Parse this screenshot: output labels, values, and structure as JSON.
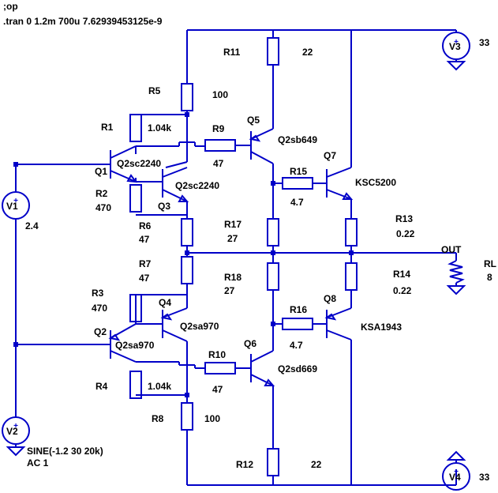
{
  "directives": {
    "op": ";op",
    "tran": ".tran 0 1.2m 700u 7.62939453125e-9"
  },
  "colors": {
    "wire": "#0000c8",
    "text": "#000000",
    "background": "#ffffff"
  },
  "resistors": {
    "R1": {
      "name": "R1",
      "value": "1.04k"
    },
    "R2": {
      "name": "R2",
      "value": "470"
    },
    "R3": {
      "name": "R3",
      "value": "470"
    },
    "R4": {
      "name": "R4",
      "value": "1.04k"
    },
    "R5": {
      "name": "R5",
      "value": "100"
    },
    "R6": {
      "name": "R6",
      "value": "47"
    },
    "R7": {
      "name": "R7",
      "value": "47"
    },
    "R8": {
      "name": "R8",
      "value": "100"
    },
    "R9": {
      "name": "R9",
      "value": "47"
    },
    "R10": {
      "name": "R10",
      "value": "47"
    },
    "R11": {
      "name": "R11",
      "value": "22"
    },
    "R12": {
      "name": "R12",
      "value": "22"
    },
    "R13": {
      "name": "R13",
      "value": "0.22"
    },
    "R14": {
      "name": "R14",
      "value": "0.22"
    },
    "R15": {
      "name": "R15",
      "value": "4.7"
    },
    "R16": {
      "name": "R16",
      "value": "4.7"
    },
    "R17": {
      "name": "R17",
      "value": "27"
    },
    "R18": {
      "name": "R18",
      "value": "27"
    },
    "RL": {
      "name": "RL",
      "value": "8"
    }
  },
  "transistors": {
    "Q1": {
      "name": "Q1",
      "model": "Q2sc2240"
    },
    "Q2": {
      "name": "Q2",
      "model": "Q2sa970"
    },
    "Q3": {
      "name": "Q3",
      "model": "Q2sc2240"
    },
    "Q4": {
      "name": "Q4",
      "model": "Q2sa970"
    },
    "Q5": {
      "name": "Q5",
      "model": "Q2sb649"
    },
    "Q6": {
      "name": "Q6",
      "model": "Q2sd669"
    },
    "Q7": {
      "name": "Q7",
      "model": "KSC5200"
    },
    "Q8": {
      "name": "Q8",
      "model": "KSA1943"
    }
  },
  "sources": {
    "V1": {
      "name": "V1",
      "value": "2.4"
    },
    "V2": {
      "name": "V2",
      "value": "SINE(-1.2 30 20k)",
      "value2": "AC 1"
    },
    "V3": {
      "name": "V3",
      "value": "33"
    },
    "V4": {
      "name": "V4",
      "value": "33"
    }
  },
  "netlabels": {
    "out": "OUT"
  }
}
